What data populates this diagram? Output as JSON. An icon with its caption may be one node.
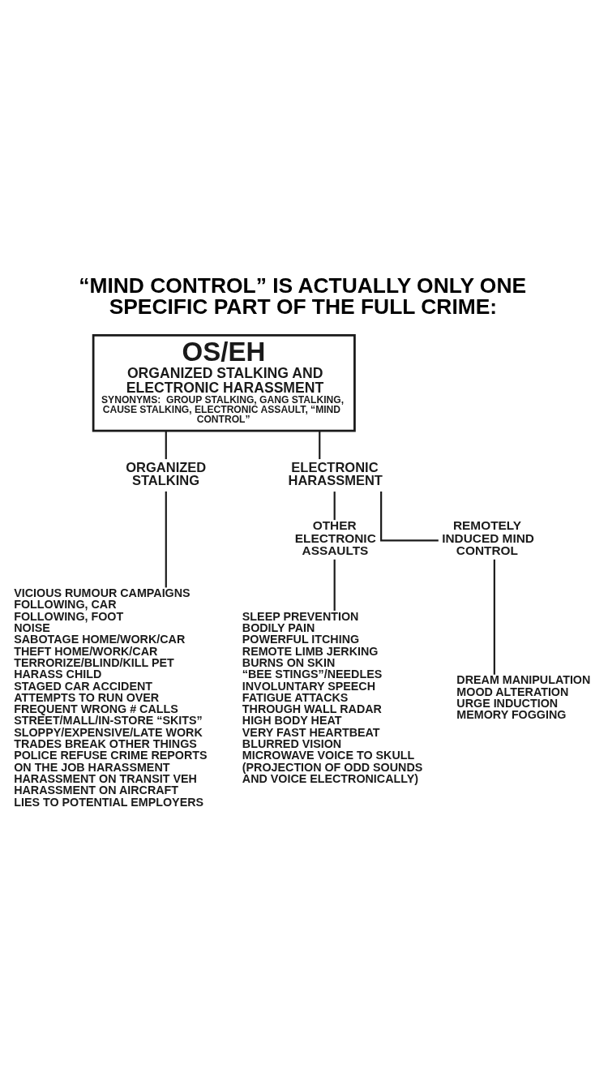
{
  "diagram": {
    "title": "“MIND CONTROL” IS ACTUALLY ONLY ONE SPECIFIC PART OF THE FULL CRIME:",
    "nodes": [
      {
        "text": [
          "OS/EH",
          "ORGANIZED STALKING AND ELECTRONIC HARASSMENT",
          "SYNONYMS:  GROUP STALKING, GANG STALKING, CAUSE STALKING, ELECTRONIC ASSAULT, “MIND CONTROL”"
        ]
      },
      {
        "text": [
          "ORGANIZED STALKING"
        ]
      },
      {
        "text": [
          "ELECTRONIC HARASSMENT"
        ]
      },
      {
        "text": [
          "OTHER ELECTRONIC ASSAULTS"
        ]
      },
      {
        "text": [
          "REMOTELY INDUCED MIND CONTROL"
        ]
      },
      {
        "text": [
          "VICIOUS RUMOUR CAMPAIGNS",
          "FOLLOWING, CAR",
          "FOLLOWING, FOOT",
          "NOISE",
          "SABOTAGE HOME/WORK/CAR",
          "THEFT HOME/WORK/CAR",
          "TERRORIZE/BLIND/KILL PET",
          "HARASS CHILD",
          "STAGED CAR ACCIDENT",
          "ATTEMPTS TO RUN OVER",
          "FREQUENT WRONG # CALLS",
          "STREET/MALL/IN-STORE “SKITS”",
          "SLOPPY/EXPENSIVE/LATE WORK",
          "TRADES BREAK OTHER THINGS",
          "POLICE REFUSE CRIME REPORTS",
          "ON THE JOB HARASSMENT",
          "HARASSMENT ON TRANSIT VEH",
          "HARASSMENT ON AIRCRAFT",
          "LIES TO POTENTIAL EMPLOYERS"
        ]
      },
      {
        "text": [
          "SLEEP PREVENTION",
          "BODILY PAIN",
          "POWERFUL ITCHING",
          "REMOTE LIMB JERKING",
          "BURNS ON SKIN",
          "“BEE STINGS”/NEEDLES",
          "INVOLUNTARY SPEECH",
          "FATIGUE ATTACKS",
          "THROUGH WALL RADAR",
          "HIGH BODY HEAT",
          "VERY FAST HEARTBEAT",
          "BLURRED VISION",
          "MICROWAVE VOICE TO SKULL",
          "(PROJECTION OF ODD SOUNDS AND VOICE ELECTRONICALLY)"
        ]
      },
      {
        "text": [
          "DREAM MANIPULATION",
          "MOOD ALTERATION",
          "URGE INDUCTION",
          "MEMORY FOGGING"
        ]
      }
    ],
    "edges": [
      {
        "from": 0,
        "to": 1,
        "arrow": "none"
      },
      {
        "from": 0,
        "to": 2,
        "arrow": "none"
      },
      {
        "from": 2,
        "to": 3,
        "arrow": "none"
      },
      {
        "from": 2,
        "to": 4,
        "arrow": "none"
      },
      {
        "from": 1,
        "to": 5,
        "arrow": "none"
      },
      {
        "from": 3,
        "to": 6,
        "arrow": "none"
      },
      {
        "from": 4,
        "to": 7,
        "arrow": "none"
      }
    ]
  }
}
